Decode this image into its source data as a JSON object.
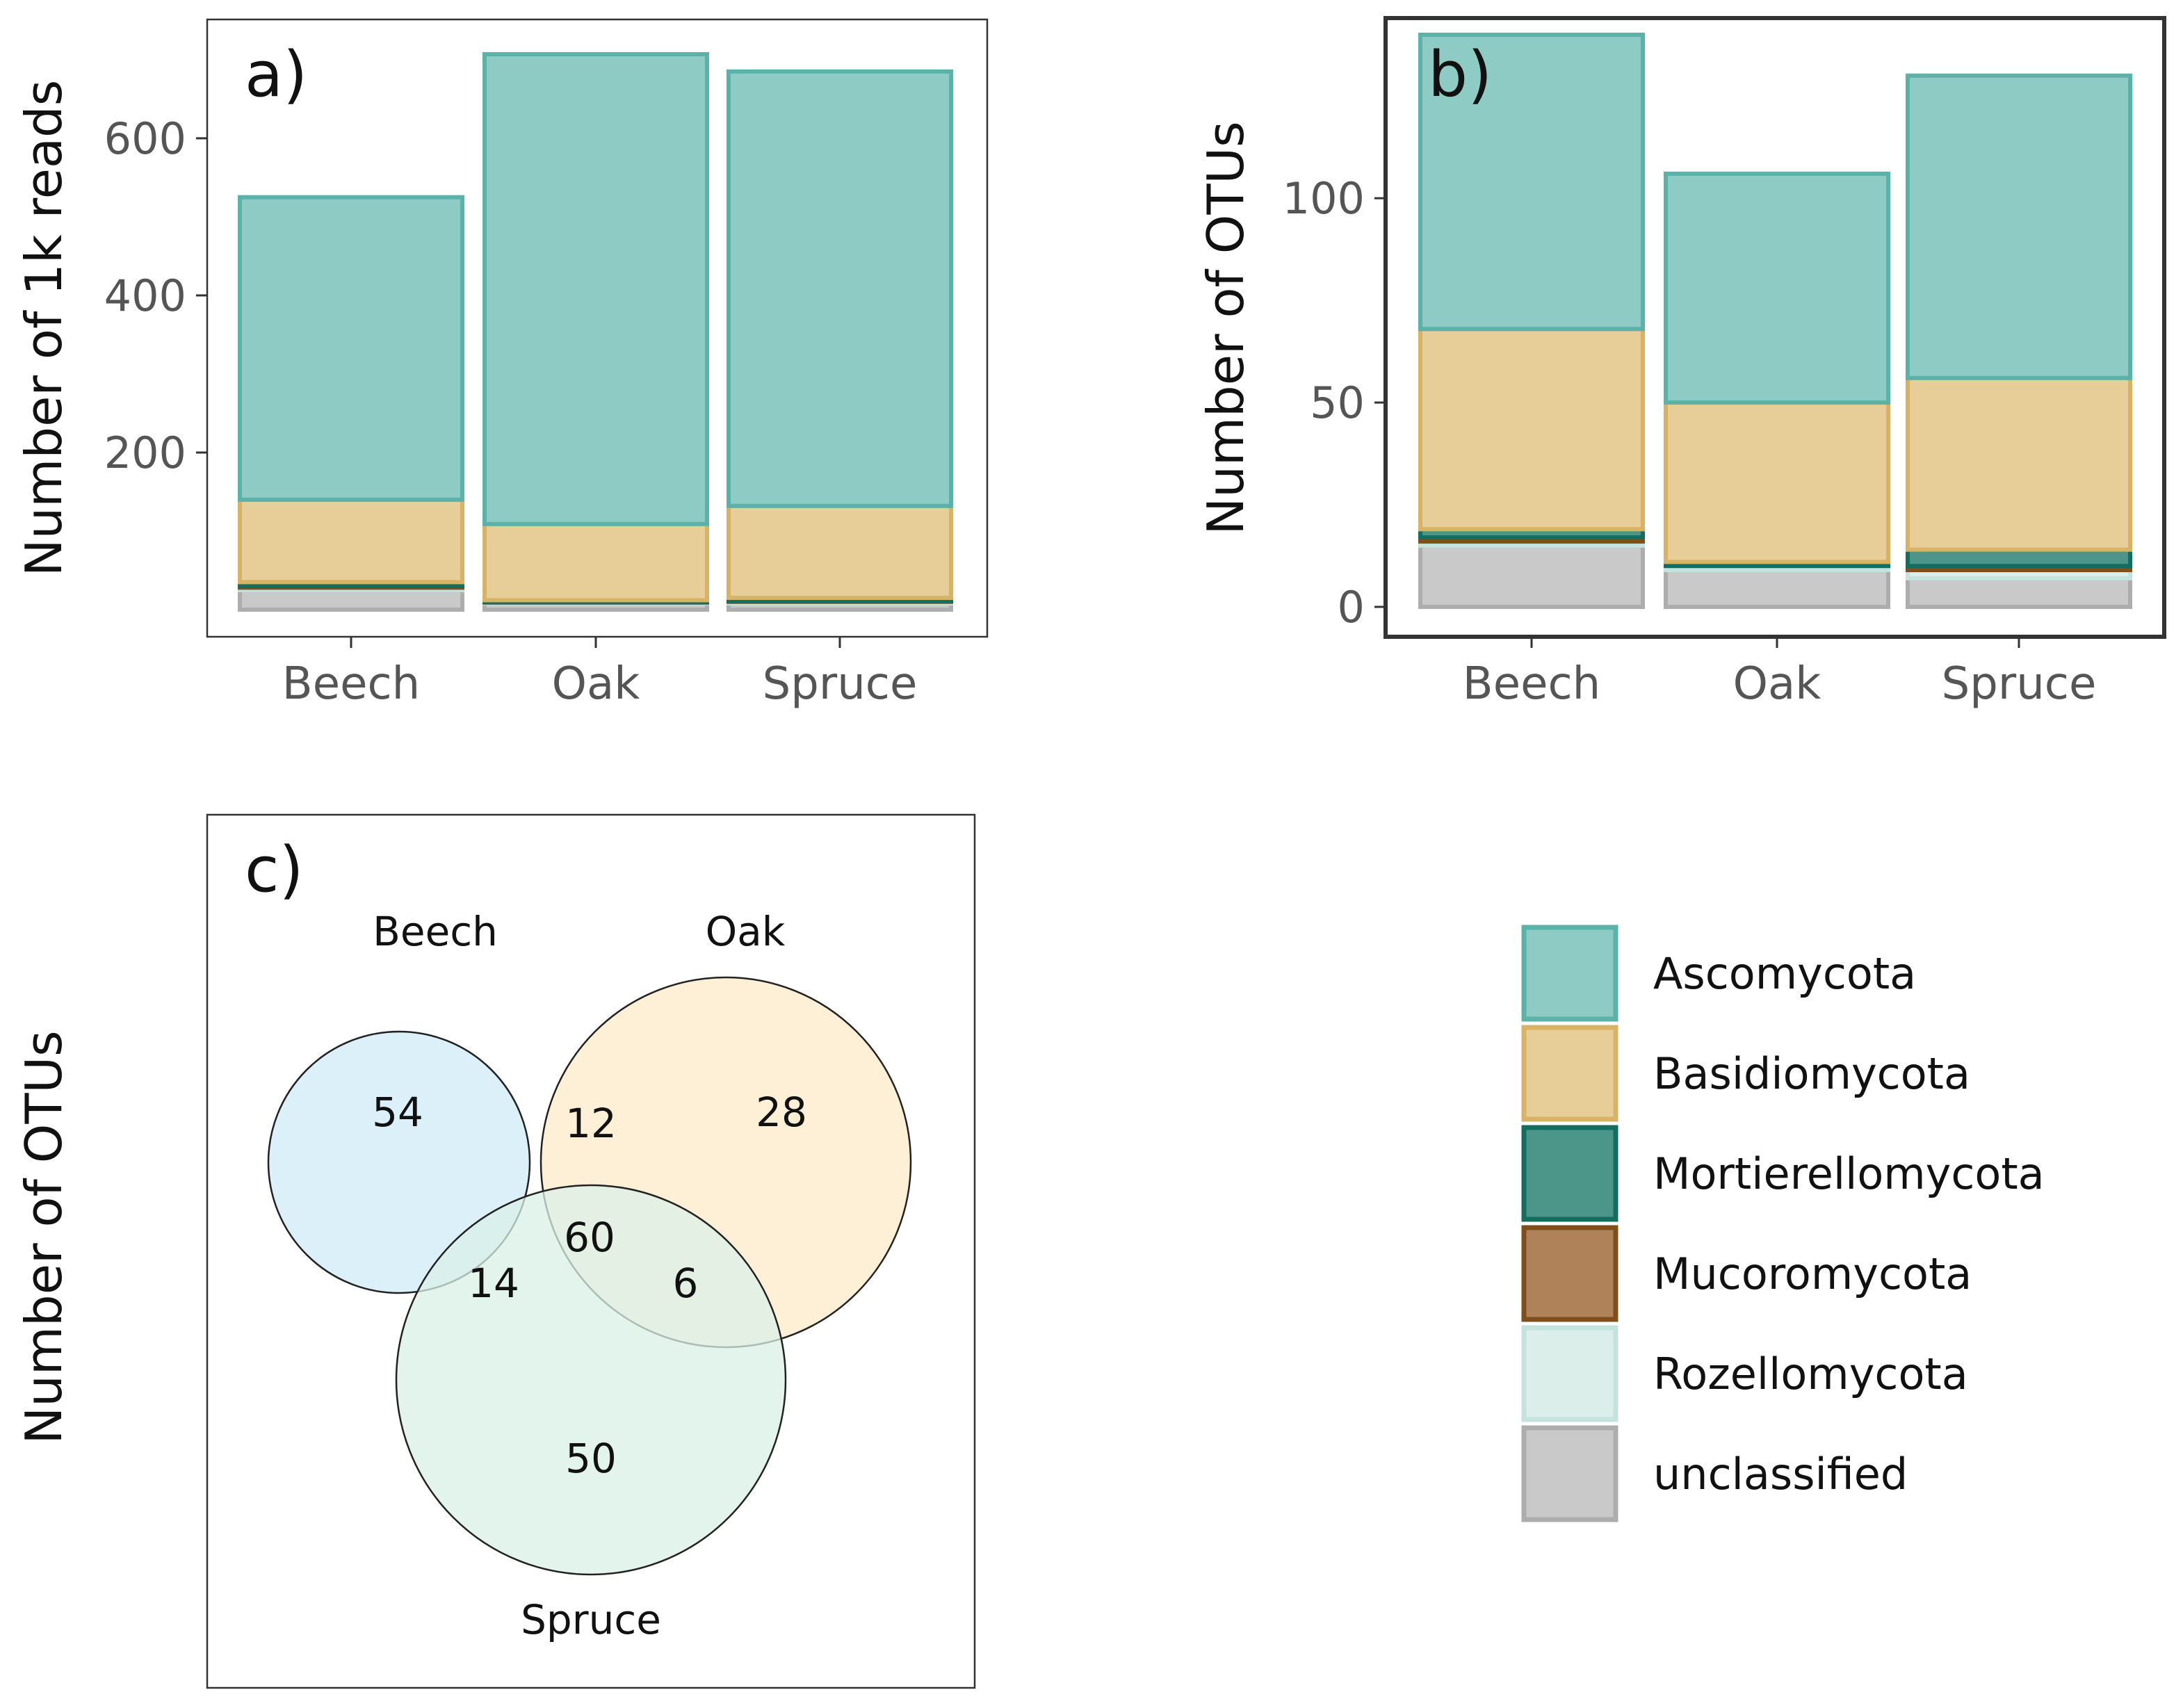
{
  "colors": {
    "Ascomycota": {
      "fill": "#8dcbc4",
      "stroke": "#5bb2a8"
    },
    "Basidiomycota": {
      "fill": "#e7cd97",
      "stroke": "#d8b366"
    },
    "Mortierellomycota": {
      "fill": "#4c9589",
      "stroke": "#146e60"
    },
    "Mucoromycota": {
      "fill": "#b0825a",
      "stroke": "#7e4f1a"
    },
    "Rozellomycota": {
      "fill": "#dbeeea",
      "stroke": "#c5e3dd"
    },
    "unclassified": {
      "fill": "#c9c9c9",
      "stroke": "#adadad"
    },
    "venn_beech": "#d6edf8",
    "venn_oak": "#fdedd0",
    "venn_spruce": "#d9f0e7"
  },
  "legend": {
    "items": [
      "Ascomycota",
      "Basidiomycota",
      "Mortierellomycota",
      "Mucoromycota",
      "Rozellomycota",
      "unclassified"
    ]
  },
  "chart_data": [
    {
      "id": "a",
      "type": "bar",
      "stacked": true,
      "panel_label": "a)",
      "ylabel": "Number of 1k reads",
      "xlabel": "",
      "categories": [
        "Beech",
        "Oak",
        "Spruce"
      ],
      "ylim": [
        0,
        730
      ],
      "yticks": [
        200,
        400,
        600
      ],
      "grid": false,
      "series": [
        {
          "name": "unclassified",
          "values": [
            25,
            8,
            8
          ]
        },
        {
          "name": "Rozellomycota",
          "values": [
            3,
            1,
            2
          ]
        },
        {
          "name": "Mucoromycota",
          "values": [
            2,
            1,
            1
          ]
        },
        {
          "name": "Mortierellomycota",
          "values": [
            5,
            2,
            4
          ]
        },
        {
          "name": "Basidiomycota",
          "values": [
            105,
            97,
            117
          ]
        },
        {
          "name": "Ascomycota",
          "values": [
            385,
            598,
            553
          ]
        }
      ]
    },
    {
      "id": "b",
      "type": "bar",
      "stacked": true,
      "panel_label": "b)",
      "ylabel": "Number of OTUs",
      "xlabel": "",
      "categories": [
        "Beech",
        "Oak",
        "Spruce"
      ],
      "ylim": [
        0,
        140
      ],
      "yticks": [
        0,
        50,
        100
      ],
      "grid": false,
      "series": [
        {
          "name": "unclassified",
          "values": [
            15,
            9,
            7
          ]
        },
        {
          "name": "Rozellomycota",
          "values": [
            1,
            1,
            2
          ]
        },
        {
          "name": "Mucoromycota",
          "values": [
            1,
            0,
            1
          ]
        },
        {
          "name": "Mortierellomycota",
          "values": [
            2,
            1,
            4
          ]
        },
        {
          "name": "Basidiomycota",
          "values": [
            49,
            39,
            42
          ]
        },
        {
          "name": "Ascomycota",
          "values": [
            72,
            56,
            74
          ]
        }
      ]
    },
    {
      "id": "c",
      "type": "venn",
      "panel_label": "c)",
      "ylabel": "Number of OTUs",
      "sets": [
        "Beech",
        "Oak",
        "Spruce"
      ],
      "regions": {
        "Beech only": 54,
        "Oak only": 28,
        "Spruce only": 50,
        "Beech & Oak": 12,
        "Beech & Spruce": 14,
        "Oak & Spruce": 6,
        "Beech & Oak & Spruce": 60
      }
    }
  ]
}
